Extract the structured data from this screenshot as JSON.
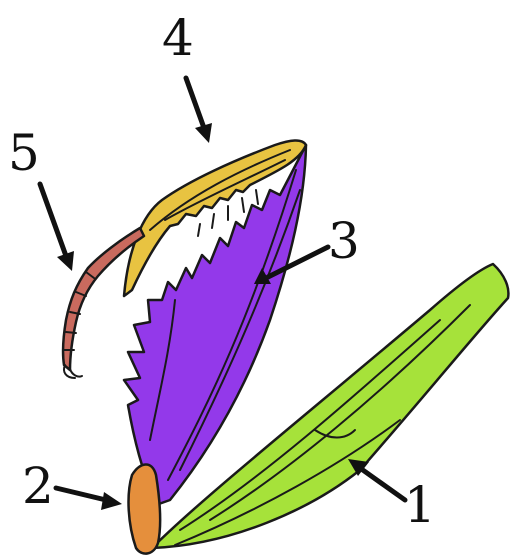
{
  "colors": {
    "part_1": "#a6e23a",
    "part_2": "#e58f3c",
    "part_3": "#9339ea",
    "part_4": "#e8c341",
    "part_5": "#c96a5e",
    "outline": "#1a1a1a",
    "background": "#ffffff"
  },
  "labels": [
    {
      "id": "1",
      "text": "1"
    },
    {
      "id": "2",
      "text": "2"
    },
    {
      "id": "3",
      "text": "3"
    },
    {
      "id": "4",
      "text": "4"
    },
    {
      "id": "5",
      "text": "5"
    }
  ]
}
